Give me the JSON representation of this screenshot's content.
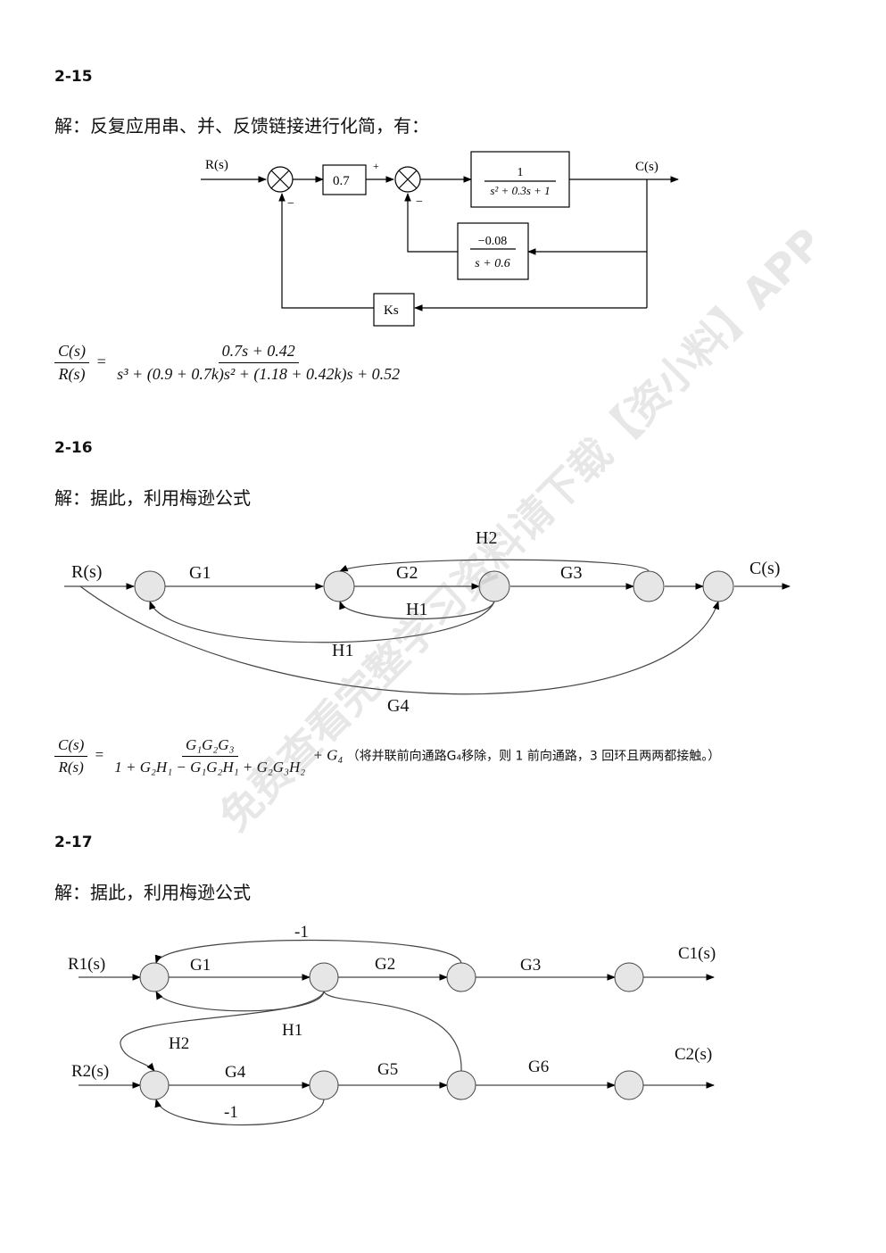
{
  "sections": [
    {
      "id": "2-15",
      "heading": "2-15",
      "solution": "解：反复应用串、并、反馈链接进行化简，有："
    },
    {
      "id": "2-16",
      "heading": "2-16",
      "solution": "解：据此，利用梅逊公式"
    },
    {
      "id": "2-17",
      "heading": "2-17",
      "solution": "解：据此，利用梅逊公式"
    }
  ],
  "diagram_215": {
    "input": "R(s)",
    "output": "C(s)",
    "gain": "0.7",
    "plus_sign": "+",
    "minus_1": "−",
    "minus_2": "−",
    "forward_num": "1",
    "forward_den": "s² + 0.3s + 1",
    "feedback_num": "−0.08",
    "feedback_den": "s + 0.6",
    "outer_feedback": "Ks"
  },
  "eq_215": {
    "lhs_num": "C(s)",
    "lhs_den": "R(s)",
    "rhs_num": "0.7s + 0.42",
    "rhs_den": "s³ + (0.9 + 0.7k)s² + (1.18 + 0.42k)s + 0.52"
  },
  "graph_216": {
    "input": "R(s)",
    "output": "C(s)",
    "G1": "G1",
    "G2": "G2",
    "G3": "G3",
    "G4": "G4",
    "H1_inner": "H1",
    "H1_outer": "H1",
    "H2": "H2"
  },
  "eq_216": {
    "lhs_num": "C(s)",
    "lhs_den": "R(s)",
    "rhs_num": "G₁G₂G₃",
    "rhs_den": "1 + G₂H₁ − G₁G₂H₁ + G₂G₃H₂",
    "plus_term": "+ G₄",
    "note": "（将并联前向通路G₄移除，则 1 前向通路，3 回环且两两都接触。）"
  },
  "graph_217": {
    "input1": "R1(s)",
    "output1": "C1(s)",
    "input2": "R2(s)",
    "output2": "C2(s)",
    "G1": "G1",
    "G2": "G2",
    "G3": "G3",
    "G4": "G4",
    "G5": "G5",
    "G6": "G6",
    "top_loop": "-1",
    "H1": "H1",
    "H2": "H2",
    "bottom_loop": "-1"
  },
  "watermark": "免费查看完整学习资料请下载【资小料】APP"
}
